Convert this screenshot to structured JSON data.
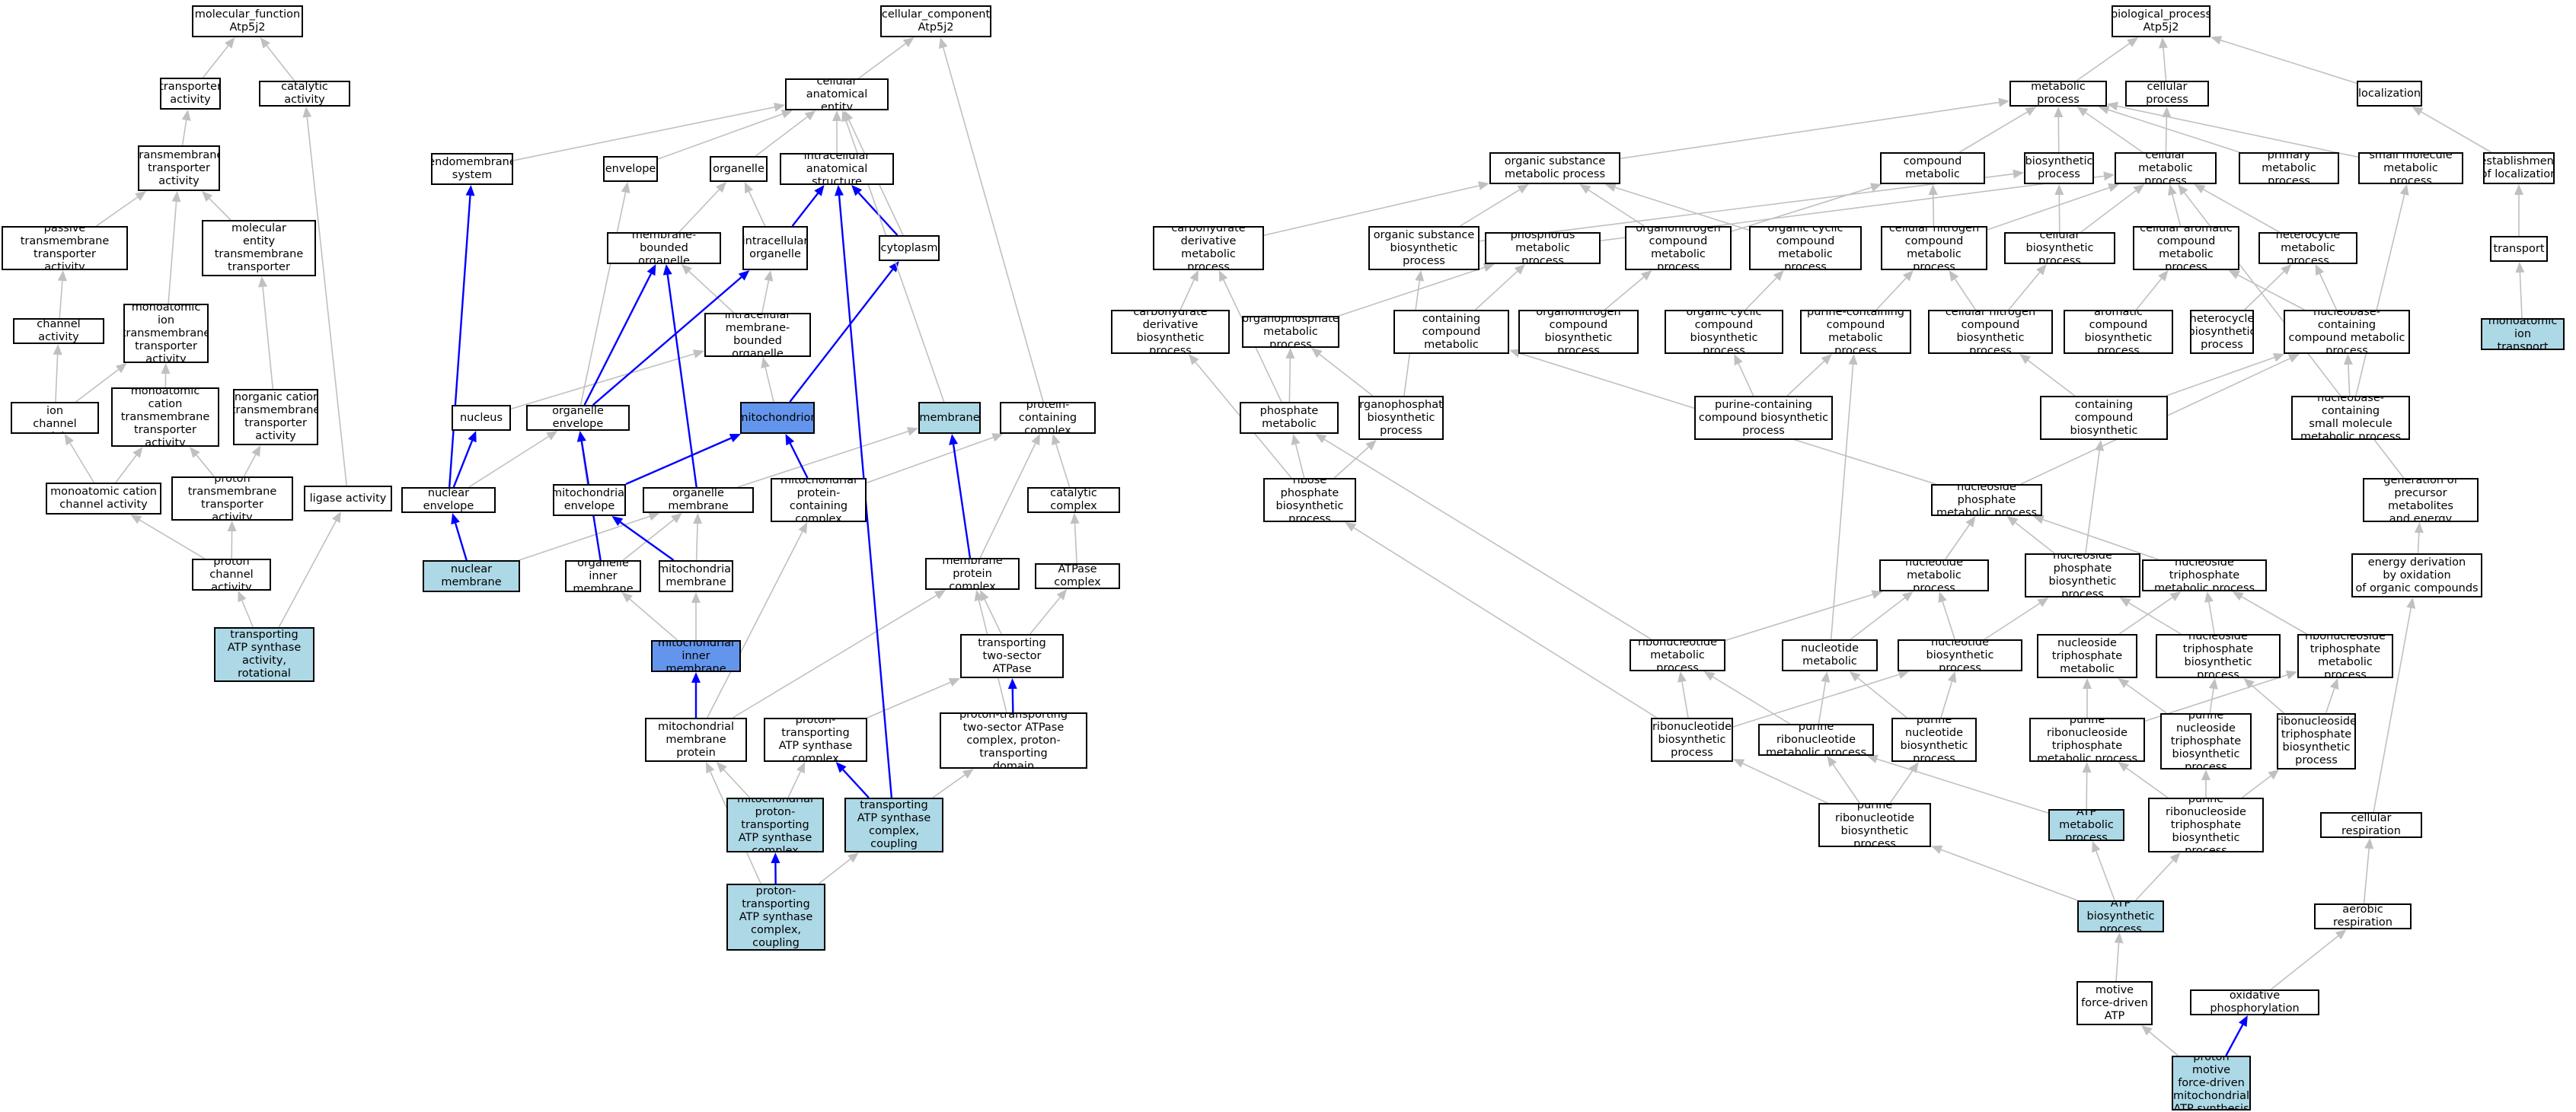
{
  "colors": {
    "default_fill": "#ffffff",
    "light_blue_fill": "#add8e6",
    "cornflower_fill": "#6495ed",
    "gray_edge": "#c0c0c0",
    "blue_edge": "#0000ff"
  },
  "nodes": [
    {
      "id": "mf",
      "label": "molecular_function\nAtp5j2"
    },
    {
      "id": "transporter",
      "label": "transporter\nactivity"
    },
    {
      "id": "catalytic",
      "label": "catalytic activity"
    },
    {
      "id": "tm_transporter",
      "label": "transmembrane\ntransporter\nactivity"
    },
    {
      "id": "passive_tm",
      "label": "passive transmembrane\ntransporter\nactivity"
    },
    {
      "id": "inorg_mol_tm",
      "label": "inorganic molecular\nentity transmembrane\ntransporter\nactivity"
    },
    {
      "id": "channel",
      "label": "channel activity"
    },
    {
      "id": "monoion_tm",
      "label": "monoatomic ion\ntransmembrane\ntransporter\nactivity"
    },
    {
      "id": "monoion_channel",
      "label": "monoatomic ion\nchannel activity"
    },
    {
      "id": "monocation_tm",
      "label": "monoatomic cation\ntransmembrane\ntransporter\nactivity"
    },
    {
      "id": "inorg_cation_tm",
      "label": "inorganic cation\ntransmembrane\ntransporter\nactivity"
    },
    {
      "id": "monocation_channel",
      "label": "monoatomic cation\nchannel activity"
    },
    {
      "id": "proton_tm",
      "label": "proton transmembrane\ntransporter\nactivity"
    },
    {
      "id": "ligase",
      "label": "ligase activity"
    },
    {
      "id": "proton_channel",
      "label": "proton channel\nactivity"
    },
    {
      "id": "rot_mech",
      "label": "proton-transporting\nATP synthase\nactivity, rotational\nmechanism",
      "hl": "light"
    },
    {
      "id": "cc",
      "label": "cellular_component\nAtp5j2"
    },
    {
      "id": "cae",
      "label": "cellular anatomical\nentity"
    },
    {
      "id": "endomembrane",
      "label": "endomembrane\nsystem"
    },
    {
      "id": "envelope",
      "label": "envelope"
    },
    {
      "id": "organelle",
      "label": "organelle"
    },
    {
      "id": "intra_anat",
      "label": "intracellular\nanatomical structure"
    },
    {
      "id": "mbo",
      "label": "membrane-bounded\norganelle"
    },
    {
      "id": "intra_org",
      "label": "intracellular\norganelle"
    },
    {
      "id": "cytoplasm",
      "label": "cytoplasm"
    },
    {
      "id": "intra_mbo",
      "label": "intracellular\nmembrane-bounded\norganelle"
    },
    {
      "id": "nucleus",
      "label": "nucleus"
    },
    {
      "id": "org_env",
      "label": "organelle envelope"
    },
    {
      "id": "mito",
      "label": "mitochondrion",
      "hl": "blue"
    },
    {
      "id": "membrane",
      "label": "membrane",
      "hl": "light"
    },
    {
      "id": "pcc",
      "label": "protein-containing\ncomplex"
    },
    {
      "id": "nuc_env",
      "label": "nuclear envelope"
    },
    {
      "id": "mito_env",
      "label": "mitochondrial\nenvelope"
    },
    {
      "id": "org_mem",
      "label": "organelle membrane"
    },
    {
      "id": "mito_pcc",
      "label": "mitochondrial\nprotein-containing\ncomplex"
    },
    {
      "id": "cat_cx",
      "label": "catalytic complex"
    },
    {
      "id": "nuc_mem",
      "label": "nuclear membrane",
      "hl": "light"
    },
    {
      "id": "org_inner",
      "label": "organelle inner\nmembrane"
    },
    {
      "id": "mito_mem",
      "label": "mitochondrial\nmembrane"
    },
    {
      "id": "mpc",
      "label": "membrane protein\ncomplex"
    },
    {
      "id": "atpase_cx",
      "label": "ATPase complex"
    },
    {
      "id": "mito_inner",
      "label": "mitochondrial\ninner membrane",
      "hl": "blue"
    },
    {
      "id": "pt2s",
      "label": "proton-transporting\ntwo-sector ATPase\ncomplex"
    },
    {
      "id": "imm_pc",
      "label": "inner mitochondrial\nmembrane protein\ncomplex"
    },
    {
      "id": "ptas",
      "label": "proton-transporting\nATP synthase\ncomplex"
    },
    {
      "id": "pt2s_dom",
      "label": "proton-transporting\ntwo-sector ATPase\ncomplex, proton-transporting\ndomain"
    },
    {
      "id": "mptas",
      "label": "mitochondrial\nproton-transporting\nATP synthase\ncomplex",
      "hl": "light"
    },
    {
      "id": "ptas_f0",
      "label": "proton-transporting\nATP synthase\ncomplex, coupling\nfactor F(o)",
      "hl": "light"
    },
    {
      "id": "mptas_f0",
      "label": "mitochondrial\nproton-transporting\nATP synthase\ncomplex, coupling\nfactor F(o)",
      "hl": "light"
    },
    {
      "id": "bp",
      "label": "biological_process\nAtp5j2"
    },
    {
      "id": "metab",
      "label": "metabolic process"
    },
    {
      "id": "cell_proc",
      "label": "cellular process"
    },
    {
      "id": "localization",
      "label": "localization"
    },
    {
      "id": "org_subst_met",
      "label": "organic substance\nmetabolic process"
    },
    {
      "id": "n_cpd_met",
      "label": "nitrogen compound\nmetabolic process"
    },
    {
      "id": "biosyn",
      "label": "biosynthetic\nprocess"
    },
    {
      "id": "cell_met",
      "label": "cellular metabolic\nprocess"
    },
    {
      "id": "prim_met",
      "label": "primary metabolic\nprocess"
    },
    {
      "id": "small_mol_met",
      "label": "small molecule\nmetabolic process"
    },
    {
      "id": "est_loc",
      "label": "establishment\nof localization"
    },
    {
      "id": "carb_der_met",
      "label": "carbohydrate\nderivative metabolic\nprocess"
    },
    {
      "id": "org_subst_bio",
      "label": "organic substance\nbiosynthetic\nprocess"
    },
    {
      "id": "phos_met",
      "label": "phosphorus metabolic\nprocess"
    },
    {
      "id": "orgN_met",
      "label": "organonitrogen\ncompound metabolic\nprocess"
    },
    {
      "id": "org_cyc_met",
      "label": "organic cyclic\ncompound metabolic\nprocess"
    },
    {
      "id": "cell_N_met",
      "label": "cellular nitrogen\ncompound metabolic\nprocess"
    },
    {
      "id": "cell_bio",
      "label": "cellular biosynthetic\nprocess"
    },
    {
      "id": "cell_arom_met",
      "label": "cellular aromatic\ncompound metabolic\nprocess"
    },
    {
      "id": "hetcyc_met",
      "label": "heterocycle\nmetabolic process"
    },
    {
      "id": "transport",
      "label": "transport"
    },
    {
      "id": "carb_der_bio",
      "label": "carbohydrate\nderivative biosynthetic\nprocess"
    },
    {
      "id": "orgP_met",
      "label": "organophosphate\nmetabolic process"
    },
    {
      "id": "P_cpd_met",
      "label": "phosphate-containing\ncompound metabolic\nprocess"
    },
    {
      "id": "orgN_bio",
      "label": "organonitrogen\ncompound biosynthetic\nprocess"
    },
    {
      "id": "org_cyc_bio",
      "label": "organic cyclic\ncompound biosynthetic\nprocess"
    },
    {
      "id": "pur_cpd_met",
      "label": "purine-containing\ncompound metabolic\nprocess"
    },
    {
      "id": "cell_N_bio",
      "label": "cellular nitrogen\ncompound biosynthetic\nprocess"
    },
    {
      "id": "arom_bio",
      "label": "aromatic compound\nbiosynthetic\nprocess"
    },
    {
      "id": "hetcyc_bio",
      "label": "heterocycle\nbiosynthetic\nprocess"
    },
    {
      "id": "nb_cpd_met",
      "label": "nucleobase-containing\ncompound metabolic\nprocess"
    },
    {
      "id": "monoion_transport",
      "label": "monoatomic ion\ntransport",
      "hl": "light"
    },
    {
      "id": "ribP_met",
      "label": "ribose phosphate\nmetabolic process"
    },
    {
      "id": "orgP_bio",
      "label": "organophosphate\nbiosynthetic\nprocess"
    },
    {
      "id": "pur_cpd_bio",
      "label": "purine-containing\ncompound biosynthetic\nprocess"
    },
    {
      "id": "nb_cpd_bio",
      "label": "nucleobase-containing\ncompound biosynthetic\nprocess"
    },
    {
      "id": "nb_small_met",
      "label": "nucleobase-containing\nsmall molecule\nmetabolic process"
    },
    {
      "id": "ribP_bio",
      "label": "ribose phosphate\nbiosynthetic\nprocess"
    },
    {
      "id": "nsP_met",
      "label": "nucleoside phosphate\nmetabolic process"
    },
    {
      "id": "gen_prec",
      "label": "generation of\nprecursor metabolites\nand energy"
    },
    {
      "id": "nt_met",
      "label": "nucleotide metabolic\nprocess"
    },
    {
      "id": "nsP_bio",
      "label": "nucleoside phosphate\nbiosynthetic\nprocess"
    },
    {
      "id": "nsTP_met",
      "label": "nucleoside triphosphate\nmetabolic process"
    },
    {
      "id": "energy_ox",
      "label": "energy derivation\nby oxidation\nof organic compounds"
    },
    {
      "id": "ribont_met",
      "label": "ribonucleotide\nmetabolic process"
    },
    {
      "id": "pur_nt_met",
      "label": "purine nucleotide\nmetabolic process"
    },
    {
      "id": "nt_bio",
      "label": "nucleotide biosynthetic\nprocess"
    },
    {
      "id": "pur_nsTP_met",
      "label": "purine nucleoside\ntriphosphate\nmetabolic process"
    },
    {
      "id": "nsTP_bio",
      "label": "nucleoside triphosphate\nbiosynthetic\nprocess"
    },
    {
      "id": "ribonsTP_met",
      "label": "ribonucleoside\ntriphosphate\nmetabolic process"
    },
    {
      "id": "ribont_bio",
      "label": "ribonucleotide\nbiosynthetic\nprocess"
    },
    {
      "id": "pur_ribont_met",
      "label": "purine ribonucleotide\nmetabolic process"
    },
    {
      "id": "pur_nt_bio",
      "label": "purine nucleotide\nbiosynthetic\nprocess"
    },
    {
      "id": "pur_ribonsTP_met",
      "label": "purine ribonucleoside\ntriphosphate\nmetabolic process"
    },
    {
      "id": "pur_nsTP_bio",
      "label": "purine nucleoside\ntriphosphate\nbiosynthetic\nprocess"
    },
    {
      "id": "ribonsTP_bio",
      "label": "ribonucleoside\ntriphosphate\nbiosynthetic\nprocess"
    },
    {
      "id": "atp_met",
      "label": "ATP metabolic\nprocess",
      "hl": "light"
    },
    {
      "id": "pur_ribont_bio",
      "label": "purine ribonucleotide\nbiosynthetic\nprocess"
    },
    {
      "id": "pur_ribonsTP_bio",
      "label": "purine ribonucleoside\ntriphosphate\nbiosynthetic\nprocess"
    },
    {
      "id": "cell_resp",
      "label": "cellular respiration"
    },
    {
      "id": "atp_bio",
      "label": "ATP biosynthetic\nprocess",
      "hl": "light"
    },
    {
      "id": "aerobic",
      "label": "aerobic respiration"
    },
    {
      "id": "pmf_atp",
      "label": "proton motive\nforce-driven\nATP synthesis"
    },
    {
      "id": "oxphos",
      "label": "oxidative phosphorylation"
    },
    {
      "id": "pmf_mito",
      "label": "proton motive\nforce-driven\nmitochondrial\nATP synthesis",
      "hl": "light"
    }
  ],
  "edges": [
    [
      "transporter",
      "mf"
    ],
    [
      "catalytic",
      "mf"
    ],
    [
      "tm_transporter",
      "transporter"
    ],
    [
      "passive_tm",
      "tm_transporter"
    ],
    [
      "inorg_mol_tm",
      "tm_transporter"
    ],
    [
      "monoion_tm",
      "tm_transporter"
    ],
    [
      "channel",
      "passive_tm"
    ],
    [
      "monoion_channel",
      "channel"
    ],
    [
      "monoion_channel",
      "monoion_tm"
    ],
    [
      "monocation_tm",
      "monoion_tm"
    ],
    [
      "inorg_cation_tm",
      "inorg_mol_tm"
    ],
    [
      "monocation_channel",
      "monoion_channel"
    ],
    [
      "monocation_channel",
      "monocation_tm"
    ],
    [
      "proton_tm",
      "monocation_tm"
    ],
    [
      "proton_tm",
      "inorg_cation_tm"
    ],
    [
      "ligase",
      "catalytic"
    ],
    [
      "proton_channel",
      "monocation_channel"
    ],
    [
      "proton_channel",
      "proton_tm"
    ],
    [
      "rot_mech",
      "proton_channel"
    ],
    [
      "rot_mech",
      "ligase"
    ],
    [
      "cae",
      "cc"
    ],
    [
      "endomembrane",
      "cae"
    ],
    [
      "envelope",
      "cae"
    ],
    [
      "organelle",
      "cae"
    ],
    [
      "intra_anat",
      "cae"
    ],
    [
      "mbo",
      "organelle"
    ],
    [
      "intra_org",
      "organelle"
    ],
    [
      "intra_org",
      "intra_anat",
      "b"
    ],
    [
      "cytoplasm",
      "intra_anat",
      "b"
    ],
    [
      "cytoplasm",
      "cae"
    ],
    [
      "intra_mbo",
      "mbo"
    ],
    [
      "intra_mbo",
      "intra_org"
    ],
    [
      "nucleus",
      "intra_mbo"
    ],
    [
      "org_env",
      "envelope"
    ],
    [
      "org_env",
      "mbo",
      "b"
    ],
    [
      "org_env",
      "intra_org",
      "b"
    ],
    [
      "mito",
      "intra_mbo"
    ],
    [
      "mito",
      "cytoplasm",
      "b"
    ],
    [
      "membrane",
      "cae"
    ],
    [
      "pcc",
      "cc"
    ],
    [
      "nuc_env",
      "endomembrane",
      "b"
    ],
    [
      "nuc_env",
      "nucleus",
      "b"
    ],
    [
      "nuc_env",
      "org_env"
    ],
    [
      "mito_env",
      "org_env"
    ],
    [
      "mito_env",
      "mito",
      "b"
    ],
    [
      "org_mem",
      "membrane"
    ],
    [
      "org_mem",
      "mbo",
      "b"
    ],
    [
      "mito_pcc",
      "mito",
      "b"
    ],
    [
      "mito_pcc",
      "pcc"
    ],
    [
      "cat_cx",
      "pcc"
    ],
    [
      "nuc_mem",
      "nuc_env",
      "b"
    ],
    [
      "nuc_mem",
      "org_mem"
    ],
    [
      "org_inner",
      "org_env",
      "b"
    ],
    [
      "org_inner",
      "org_mem"
    ],
    [
      "mito_mem",
      "mito_env",
      "b"
    ],
    [
      "mito_mem",
      "org_mem"
    ],
    [
      "mpc",
      "membrane",
      "b"
    ],
    [
      "mpc",
      "pcc"
    ],
    [
      "atpase_cx",
      "cat_cx"
    ],
    [
      "mito_inner",
      "org_inner"
    ],
    [
      "mito_inner",
      "mito_mem"
    ],
    [
      "pt2s",
      "mpc"
    ],
    [
      "pt2s",
      "atpase_cx"
    ],
    [
      "imm_pc",
      "mito_inner",
      "b"
    ],
    [
      "imm_pc",
      "mito_pcc"
    ],
    [
      "imm_pc",
      "mpc"
    ],
    [
      "ptas",
      "pt2s"
    ],
    [
      "pt2s_dom",
      "pt2s",
      "b"
    ],
    [
      "pt2s_dom",
      "mpc"
    ],
    [
      "mptas",
      "imm_pc"
    ],
    [
      "mptas",
      "ptas"
    ],
    [
      "ptas_f0",
      "ptas",
      "b"
    ],
    [
      "ptas_f0",
      "pt2s_dom"
    ],
    [
      "ptas_f0",
      "intra_anat",
      "b"
    ],
    [
      "mptas_f0",
      "mptas",
      "b"
    ],
    [
      "mptas_f0",
      "ptas_f0"
    ],
    [
      "mptas_f0",
      "imm_pc"
    ],
    [
      "metab",
      "bp"
    ],
    [
      "cell_proc",
      "bp"
    ],
    [
      "localization",
      "bp"
    ],
    [
      "org_subst_met",
      "metab"
    ],
    [
      "n_cpd_met",
      "metab"
    ],
    [
      "biosyn",
      "metab"
    ],
    [
      "cell_met",
      "metab"
    ],
    [
      "cell_met",
      "cell_proc"
    ],
    [
      "prim_met",
      "metab"
    ],
    [
      "small_mol_met",
      "metab"
    ],
    [
      "est_loc",
      "localization"
    ],
    [
      "carb_der_met",
      "org_subst_met"
    ],
    [
      "org_subst_bio",
      "org_subst_met"
    ],
    [
      "org_subst_bio",
      "biosyn"
    ],
    [
      "phos_met",
      "cell_met"
    ],
    [
      "orgN_met",
      "org_subst_met"
    ],
    [
      "orgN_met",
      "n_cpd_met"
    ],
    [
      "org_cyc_met",
      "org_subst_met"
    ],
    [
      "cell_N_met",
      "n_cpd_met"
    ],
    [
      "cell_N_met",
      "cell_met"
    ],
    [
      "cell_bio",
      "biosyn"
    ],
    [
      "cell_bio",
      "cell_met"
    ],
    [
      "cell_arom_met",
      "cell_met"
    ],
    [
      "hetcyc_met",
      "cell_met"
    ],
    [
      "transport",
      "est_loc"
    ],
    [
      "carb_der_bio",
      "carb_der_met"
    ],
    [
      "orgP_met",
      "phos_met"
    ],
    [
      "P_cpd_met",
      "phos_met"
    ],
    [
      "orgN_bio",
      "orgN_met"
    ],
    [
      "org_cyc_bio",
      "org_cyc_met"
    ],
    [
      "pur_cpd_met",
      "cell_N_met"
    ],
    [
      "cell_N_bio",
      "cell_N_met"
    ],
    [
      "cell_N_bio",
      "cell_bio"
    ],
    [
      "arom_bio",
      "cell_arom_met"
    ],
    [
      "hetcyc_bio",
      "hetcyc_met"
    ],
    [
      "nb_cpd_met",
      "cell_arom_met"
    ],
    [
      "nb_cpd_met",
      "hetcyc_met"
    ],
    [
      "monoion_transport",
      "transport"
    ],
    [
      "ribP_met",
      "carb_der_met"
    ],
    [
      "ribP_met",
      "orgP_met"
    ],
    [
      "orgP_bio",
      "orgP_met"
    ],
    [
      "orgP_bio",
      "org_subst_bio"
    ],
    [
      "pur_cpd_bio",
      "pur_cpd_met"
    ],
    [
      "pur_cpd_bio",
      "org_cyc_bio"
    ],
    [
      "nb_cpd_bio",
      "nb_cpd_met"
    ],
    [
      "nb_cpd_bio",
      "cell_N_bio"
    ],
    [
      "nb_small_met",
      "nb_cpd_met"
    ],
    [
      "nb_small_met",
      "small_mol_met"
    ],
    [
      "ribP_bio",
      "ribP_met"
    ],
    [
      "ribP_bio",
      "carb_der_bio"
    ],
    [
      "ribP_bio",
      "orgP_bio"
    ],
    [
      "nsP_met",
      "nb_cpd_met"
    ],
    [
      "nsP_met",
      "P_cpd_met"
    ],
    [
      "gen_prec",
      "cell_met"
    ],
    [
      "nt_met",
      "nsP_met"
    ],
    [
      "nsP_bio",
      "nsP_met"
    ],
    [
      "nsP_bio",
      "nb_cpd_bio"
    ],
    [
      "nsTP_met",
      "nsP_met"
    ],
    [
      "energy_ox",
      "gen_prec"
    ],
    [
      "ribont_met",
      "nt_met"
    ],
    [
      "ribont_met",
      "ribP_met"
    ],
    [
      "pur_nt_met",
      "nt_met"
    ],
    [
      "pur_nt_met",
      "pur_cpd_met"
    ],
    [
      "nt_bio",
      "nt_met"
    ],
    [
      "nt_bio",
      "nsP_bio"
    ],
    [
      "pur_nsTP_met",
      "nsTP_met"
    ],
    [
      "nsTP_bio",
      "nsTP_met"
    ],
    [
      "nsTP_bio",
      "nsP_bio"
    ],
    [
      "ribonsTP_met",
      "nsTP_met"
    ],
    [
      "ribont_bio",
      "ribont_met"
    ],
    [
      "ribont_bio",
      "nt_bio"
    ],
    [
      "ribont_bio",
      "ribP_bio"
    ],
    [
      "pur_ribont_met",
      "ribont_met"
    ],
    [
      "pur_ribont_met",
      "pur_nt_met"
    ],
    [
      "pur_nt_bio",
      "pur_nt_met"
    ],
    [
      "pur_nt_bio",
      "nt_bio"
    ],
    [
      "pur_ribonsTP_met",
      "pur_nsTP_met"
    ],
    [
      "pur_ribonsTP_met",
      "ribonsTP_met"
    ],
    [
      "pur_nsTP_bio",
      "pur_nsTP_met"
    ],
    [
      "pur_nsTP_bio",
      "nsTP_bio"
    ],
    [
      "ribonsTP_bio",
      "ribonsTP_met"
    ],
    [
      "ribonsTP_bio",
      "nsTP_bio"
    ],
    [
      "atp_met",
      "pur_ribonsTP_met"
    ],
    [
      "atp_met",
      "pur_ribont_met"
    ],
    [
      "pur_ribont_bio",
      "pur_ribont_met"
    ],
    [
      "pur_ribont_bio",
      "pur_nt_bio"
    ],
    [
      "pur_ribont_bio",
      "ribont_bio"
    ],
    [
      "pur_ribonsTP_bio",
      "pur_ribonsTP_met"
    ],
    [
      "pur_ribonsTP_bio",
      "pur_nsTP_bio"
    ],
    [
      "pur_ribonsTP_bio",
      "ribonsTP_bio"
    ],
    [
      "cell_resp",
      "energy_ox"
    ],
    [
      "atp_bio",
      "atp_met"
    ],
    [
      "atp_bio",
      "pur_ribonsTP_bio"
    ],
    [
      "atp_bio",
      "pur_ribont_bio"
    ],
    [
      "aerobic",
      "cell_resp"
    ],
    [
      "pmf_atp",
      "atp_bio"
    ],
    [
      "oxphos",
      "aerobic"
    ],
    [
      "pmf_mito",
      "pmf_atp"
    ],
    [
      "pmf_mito",
      "oxphos",
      "b"
    ]
  ]
}
